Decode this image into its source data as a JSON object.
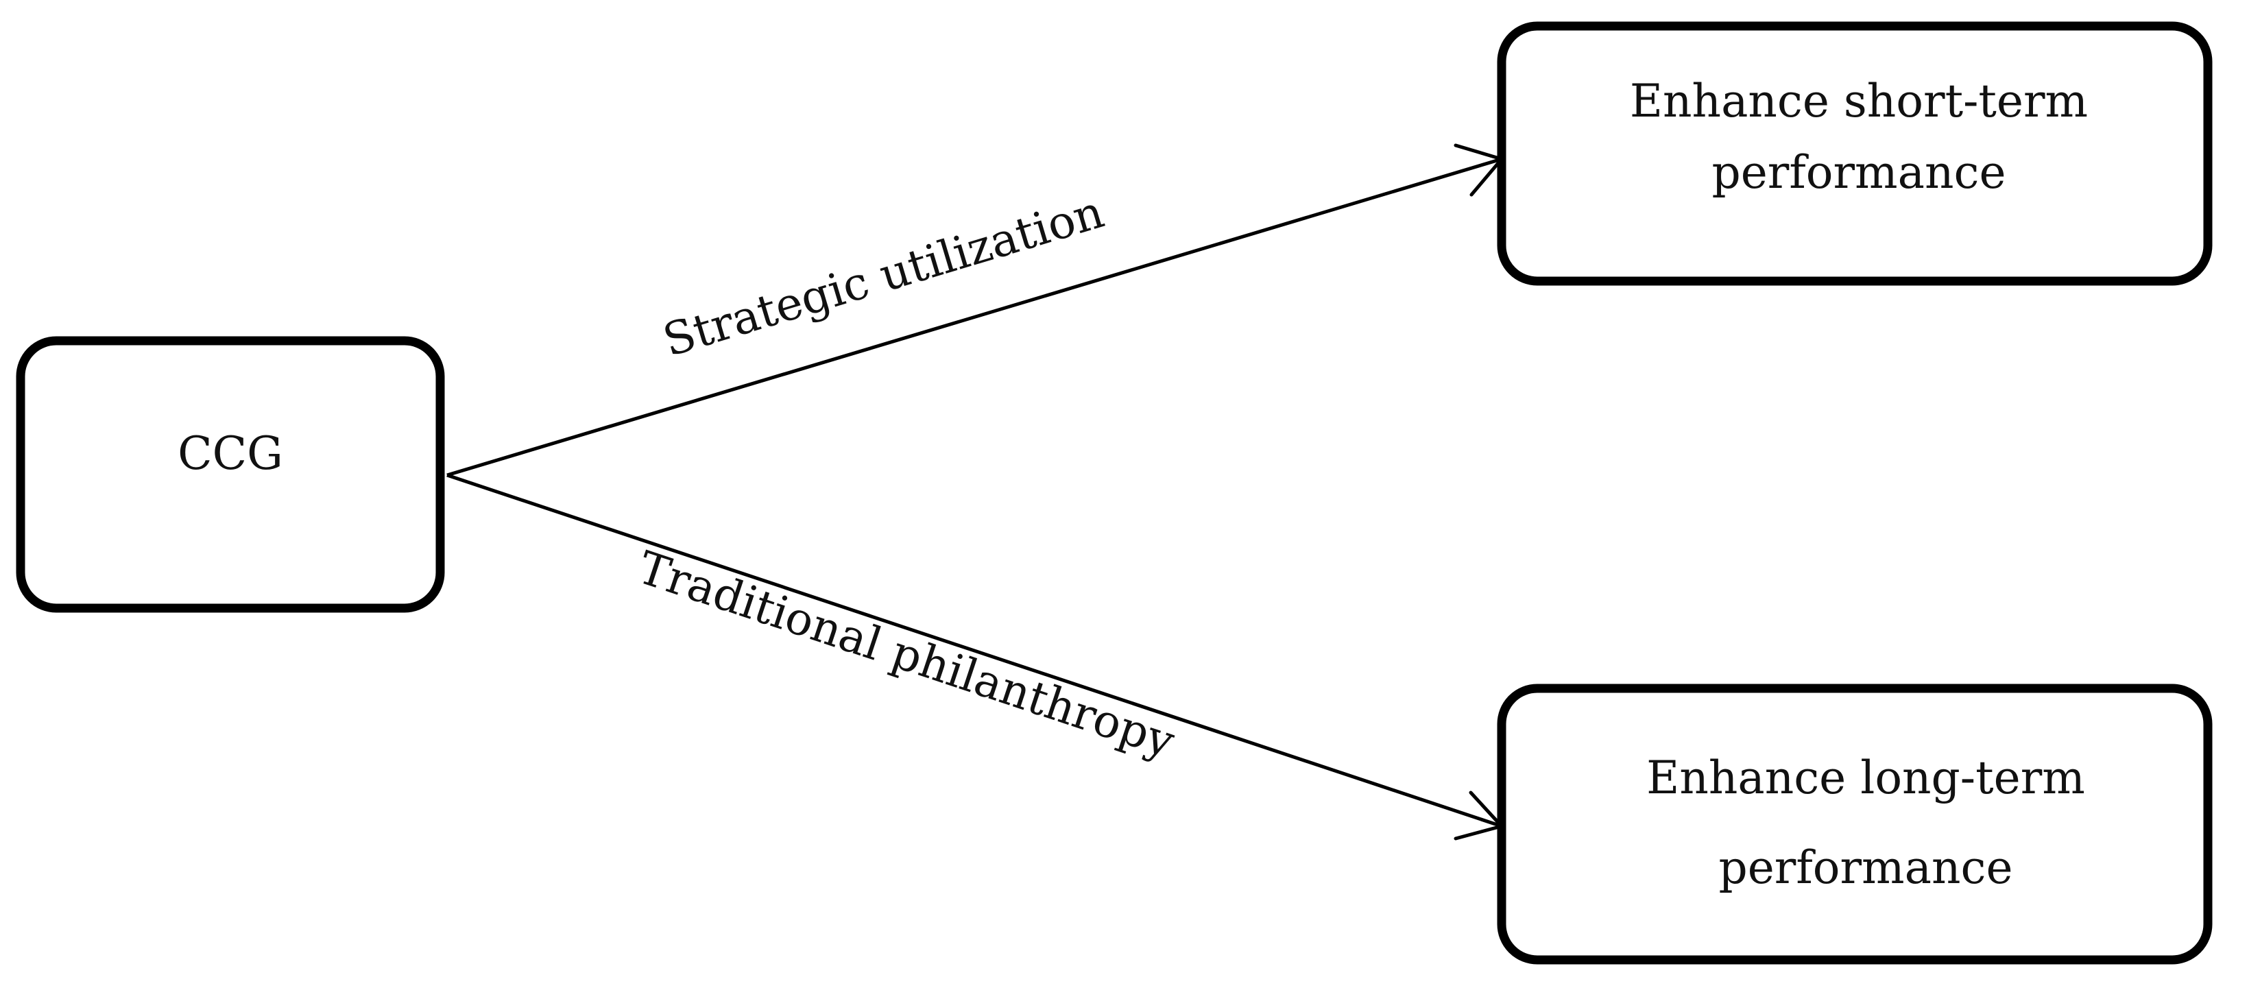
{
  "nodes": {
    "ccg": {
      "label": "CCG"
    },
    "short_term": {
      "line1": "Enhance short-term",
      "line2": "performance"
    },
    "long_term": {
      "line1": "Enhance long-term",
      "line2": "performance"
    }
  },
  "edges": {
    "strategic": {
      "label": "Strategic utilization",
      "from": "CCG",
      "to": "Enhance short-term performance"
    },
    "traditional": {
      "label": "Traditional philanthropy",
      "from": "CCG",
      "to": "Enhance long-term performance"
    }
  },
  "colors": {
    "stroke": "#000000",
    "text": "#111111",
    "background": "#ffffff"
  }
}
